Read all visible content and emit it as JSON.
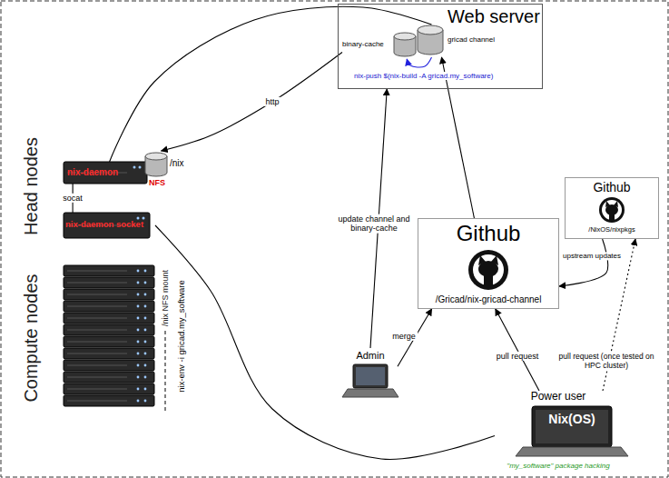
{
  "diagram": {
    "nodes": [
      {
        "text": [
          "Web server",
          "nix-push $(nix-build -A gricad.my_software)"
        ]
      },
      {
        "text": [
          "binary-cache"
        ],
        "in": 0
      },
      {
        "text": [
          "gricad channel"
        ],
        "in": 0
      },
      {
        "text": [
          "nix-daemon"
        ]
      },
      {
        "text": [
          "nix-daemon socket"
        ]
      },
      {
        "text": [
          "/nix",
          "NFS"
        ]
      },
      {
        "text": [
          "Github",
          "/NixOS/nixpkgs"
        ]
      },
      {
        "text": [
          "Github",
          "/Gricad/nix-gricad-channel"
        ]
      },
      {
        "text": [
          "Admin"
        ]
      },
      {
        "text": [
          "Power user",
          "Nix(OS)",
          "\"my_software\" package hacking"
        ]
      }
    ],
    "edges": [
      {
        "from": 2,
        "to": 1,
        "arrow": "to"
      },
      {
        "from": 1,
        "to": 5,
        "label": "http",
        "arrow": "to"
      },
      {
        "from": 3,
        "to": 2,
        "arrow": "none"
      },
      {
        "from": 4,
        "to": 3,
        "label": "socat",
        "arrow": "none"
      },
      {
        "from": 8,
        "to": 0,
        "label": "update channel and binary-cache",
        "arrow": "to"
      },
      {
        "from": 8,
        "to": 7,
        "label": "merge",
        "arrow": "to"
      },
      {
        "from": 7,
        "to": 2,
        "arrow": "to"
      },
      {
        "from": 6,
        "to": 7,
        "label": "upstream updates",
        "arrow": "to"
      },
      {
        "from": 9,
        "to": 7,
        "label": "pull request",
        "arrow": "to"
      },
      {
        "from": 9,
        "to": 6,
        "label": "pull request (once tested on HPC cluster)",
        "arrow": "to"
      },
      {
        "from": 9,
        "to": 4,
        "label": "nix-env -i gricad.my_software",
        "arrow": "none"
      }
    ],
    "labels": [
      "Head nodes",
      "Compute nodes",
      "/nix NFS mount"
    ]
  }
}
